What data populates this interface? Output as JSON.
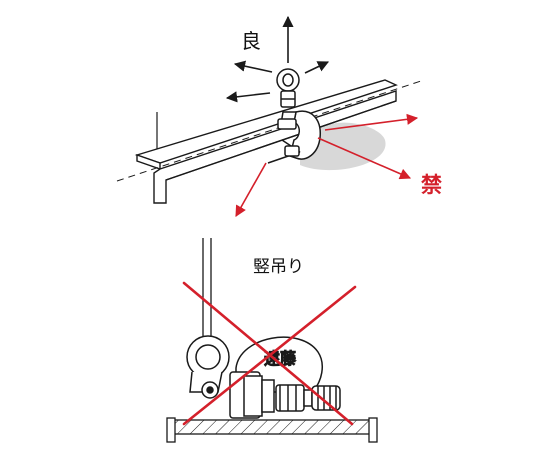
{
  "labels": {
    "good": "良",
    "prohibited": "禁",
    "vertical_lift": "竪吊り",
    "clamp_mark": "遠藤"
  },
  "colors": {
    "line": "#1a1a1a",
    "prohibited_red": "#d4202b",
    "shadow_gray": "#d8d8d8",
    "background": "#ffffff"
  }
}
